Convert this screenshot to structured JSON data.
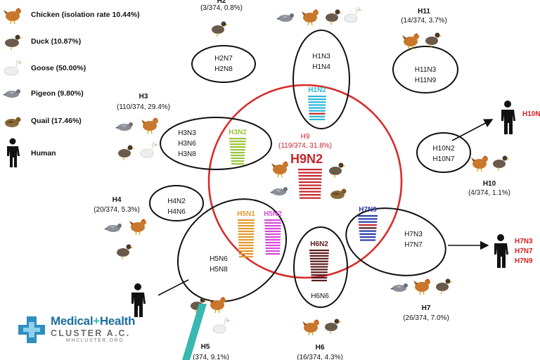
{
  "legend": [
    {
      "label": "Chicken (isolation rate 10.44%)",
      "icon": "chicken-icon"
    },
    {
      "label": "Duck (10.87%)",
      "icon": "duck-icon"
    },
    {
      "label": "Goose (50.00%)",
      "icon": "goose-icon"
    },
    {
      "label": "Pigeon (9.80%)",
      "icon": "pigeon-icon"
    },
    {
      "label": "Quail (17.46%)",
      "icon": "quail-icon"
    },
    {
      "label": "Human",
      "icon": "human-icon"
    }
  ],
  "groups": {
    "h2": {
      "title": "H2",
      "stats": "(3/374, 0.8%)",
      "subtypes": [
        "H2N7",
        "H2N8"
      ]
    },
    "h1": {
      "subtypes": [
        "H1N3",
        "H1N4"
      ],
      "inner": "H1N2"
    },
    "h11": {
      "title": "H11",
      "stats": "(14/374, 3.7%)",
      "subtypes": [
        "H11N3",
        "H11N9"
      ]
    },
    "h3": {
      "title": "H3",
      "stats": "(110/374, 29.4%)",
      "subtypes": [
        "H3N3",
        "H3N6",
        "H3N8"
      ],
      "inner": "H3N2"
    },
    "h9": {
      "title": "H9",
      "stats": "(119/374, 31.8%)",
      "main": "H9N2"
    },
    "h10": {
      "title": "H10",
      "stats": "(4/374, 1.1%)",
      "subtypes": [
        "H10N2",
        "H10N7"
      ],
      "human": [
        "H10N"
      ]
    },
    "h4": {
      "title": "H4",
      "stats": "(20/374, 5.3%)",
      "subtypes": [
        "H4N2",
        "H4N6"
      ]
    },
    "h5": {
      "title": "H5",
      "stats": "(374, 9.1%)",
      "subtypes": [
        "H5N6",
        "H5N8"
      ],
      "inner": [
        "H5N1",
        "H5N2"
      ]
    },
    "h6": {
      "title": "H6",
      "stats": "(16/374, 4.3%)",
      "subtypes": [
        "H6N6"
      ],
      "inner": "H6N2"
    },
    "h7": {
      "title": "H7",
      "stats": "(26/374, 7.0%)",
      "subtypes": [
        "H7N3",
        "H7N7"
      ],
      "inner": "H7N9",
      "human": [
        "H7N3",
        "H7N7",
        "H7N9"
      ]
    }
  },
  "colors": {
    "h9_ring": "#d92a2a",
    "h1n2": "#2ab6d8",
    "h3n2": "#9ac43a",
    "h9n2": "#c4262c",
    "h5n1": "#e09a2a",
    "h5n2": "#d34ad6",
    "h7n9": "#2a3da8",
    "h6n2": "#5a1a1a",
    "human_label": "#d81e1e"
  },
  "logo": {
    "word1": "Medical",
    "plus": "+",
    "word2": "Health",
    "line2": "CLUSTER A.C.",
    "url": "MHCLUSTER.ORG"
  }
}
